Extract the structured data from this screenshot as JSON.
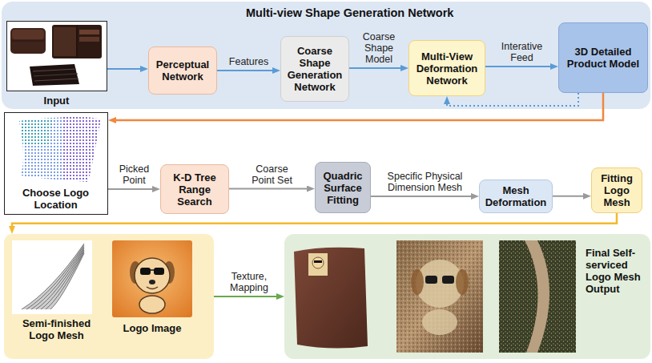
{
  "diagram": {
    "nodes": [
      {
        "text": [
          "Multi-view Shape Generation Network"
        ]
      },
      {
        "text": [
          "Input"
        ],
        "in": 0
      },
      {
        "text": [
          "Perceptual Network"
        ],
        "in": 0
      },
      {
        "text": [
          "Coarse Shape Generation Network"
        ],
        "in": 0
      },
      {
        "text": [
          "Multi-View Deformation Network"
        ],
        "in": 0
      },
      {
        "text": [
          "3D Detailed Product Model"
        ],
        "in": 0
      },
      {
        "text": [
          "Choose Logo Location"
        ]
      },
      {
        "text": [
          "K-D Tree Range Search"
        ]
      },
      {
        "text": [
          "Quadric Surface Fitting"
        ]
      },
      {
        "text": [
          "Mesh Deformation"
        ]
      },
      {
        "text": [
          "Fitting Logo Mesh"
        ]
      },
      {
        "text": [
          "Semi-finished Logo Mesh",
          "Logo Image"
        ]
      },
      {
        "text": [
          "Final Self-serviced Logo Mesh Output"
        ]
      }
    ],
    "edges": [
      {
        "from": 1,
        "to": 2,
        "arrow": "to"
      },
      {
        "from": 2,
        "to": 3,
        "label": "Features",
        "arrow": "to"
      },
      {
        "from": 3,
        "to": 4,
        "label": "Coarse Shape Model",
        "arrow": "to"
      },
      {
        "from": 4,
        "to": 5,
        "label": "Interative Feed",
        "arrow": "to"
      },
      {
        "from": 5,
        "to": 4,
        "arrow": "to"
      },
      {
        "from": 5,
        "to": 6,
        "arrow": "to"
      },
      {
        "from": 6,
        "to": 7,
        "label": "Picked Point",
        "arrow": "to"
      },
      {
        "from": 7,
        "to": 8,
        "label": "Coarse Point Set",
        "arrow": "to"
      },
      {
        "from": 8,
        "to": 9,
        "label": "Specific Physical Dimension Mesh",
        "arrow": "to"
      },
      {
        "from": 9,
        "to": 10,
        "arrow": "to"
      },
      {
        "from": 10,
        "to": 11,
        "arrow": "to"
      },
      {
        "from": 11,
        "to": 12,
        "label": "Texture, Mapping",
        "arrow": "to"
      }
    ]
  }
}
